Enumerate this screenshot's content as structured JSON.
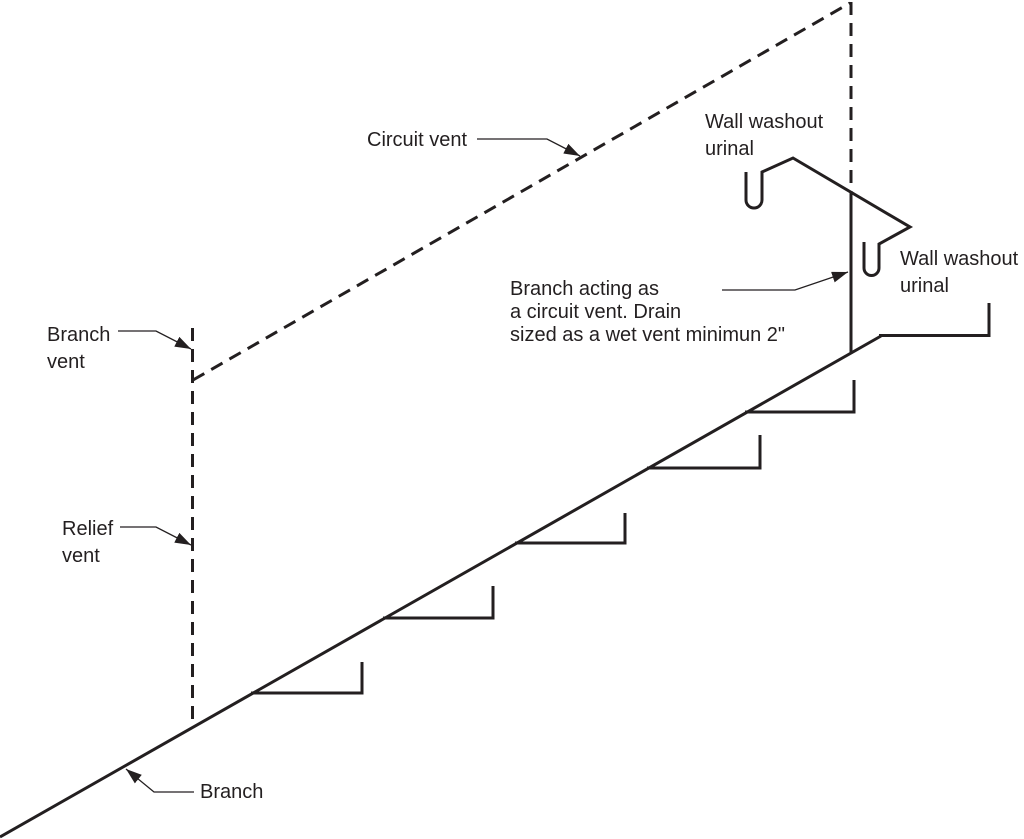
{
  "diagram": {
    "type": "plumbing-isometric-vent-diagram",
    "colors": {
      "ink": "#231f20",
      "background": "#ffffff"
    },
    "labels": {
      "circuit_vent": "Circuit vent",
      "branch_vent": [
        "Branch",
        "vent"
      ],
      "relief_vent": [
        "Relief",
        "vent"
      ],
      "branch": "Branch",
      "wall_washout_urinal_top": [
        "Wall washout",
        "urinal"
      ],
      "wall_washout_urinal_right": [
        "Wall washout",
        "urinal"
      ],
      "wet_vent_note": [
        "Branch acting as",
        "a circuit vent. Drain",
        "sized as a wet vent minimun 2\""
      ]
    }
  }
}
